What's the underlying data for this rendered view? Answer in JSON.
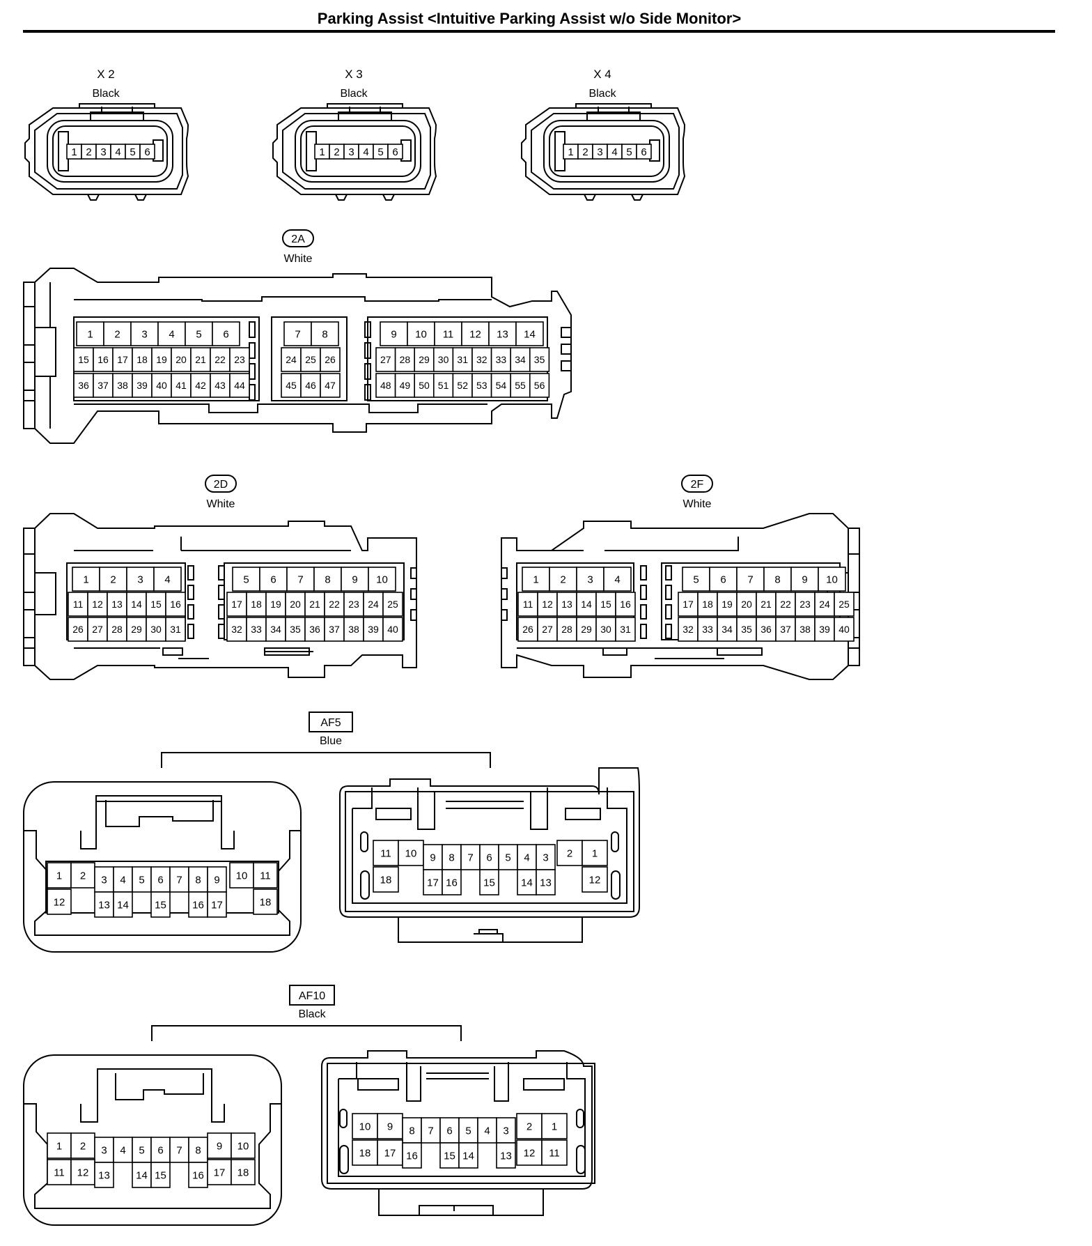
{
  "title": "Parking Assist <Intuitive Parking Assist w/o Side Monitor>",
  "connectors": [
    {
      "id": "X2",
      "label": "X 2",
      "color": "Black",
      "pins": [
        "1",
        "2",
        "3",
        "4",
        "5",
        "6"
      ]
    },
    {
      "id": "X3",
      "label": "X 3",
      "color": "Black",
      "pins": [
        "1",
        "2",
        "3",
        "4",
        "5",
        "6"
      ]
    },
    {
      "id": "X4",
      "label": "X 4",
      "color": "Black",
      "pins": [
        "1",
        "2",
        "3",
        "4",
        "5",
        "6"
      ]
    },
    {
      "id": "2A",
      "label": "2A",
      "color": "White",
      "rows": [
        [
          "1",
          "2",
          "3",
          "4",
          "5",
          "6",
          "7",
          "8",
          "9",
          "10",
          "11",
          "12",
          "13",
          "14"
        ],
        [
          "15",
          "16",
          "17",
          "18",
          "19",
          "20",
          "21",
          "22",
          "23",
          "24",
          "25",
          "26",
          "27",
          "28",
          "29",
          "30",
          "31",
          "32",
          "33",
          "34",
          "35"
        ],
        [
          "36",
          "37",
          "38",
          "39",
          "40",
          "41",
          "42",
          "43",
          "44",
          "45",
          "46",
          "47",
          "48",
          "49",
          "50",
          "51",
          "52",
          "53",
          "54",
          "55",
          "56"
        ]
      ]
    },
    {
      "id": "2D",
      "label": "2D",
      "color": "White",
      "rows": [
        [
          "1",
          "2",
          "3",
          "4",
          "5",
          "6",
          "7",
          "8",
          "9",
          "10"
        ],
        [
          "11",
          "12",
          "13",
          "14",
          "15",
          "16",
          "17",
          "18",
          "19",
          "20",
          "21",
          "22",
          "23",
          "24",
          "25"
        ],
        [
          "26",
          "27",
          "28",
          "29",
          "30",
          "31",
          "32",
          "33",
          "34",
          "35",
          "36",
          "37",
          "38",
          "39",
          "40"
        ]
      ]
    },
    {
      "id": "2F",
      "label": "2F",
      "color": "White",
      "rows": [
        [
          "1",
          "2",
          "3",
          "4",
          "5",
          "6",
          "7",
          "8",
          "9",
          "10"
        ],
        [
          "11",
          "12",
          "13",
          "14",
          "15",
          "16",
          "17",
          "18",
          "19",
          "20",
          "21",
          "22",
          "23",
          "24",
          "25"
        ],
        [
          "26",
          "27",
          "28",
          "29",
          "30",
          "31",
          "32",
          "33",
          "34",
          "35",
          "36",
          "37",
          "38",
          "39",
          "40"
        ]
      ]
    },
    {
      "id": "AF5",
      "label": "AF5",
      "color": "Blue",
      "left_rows": [
        [
          "1",
          "2",
          "3",
          "4",
          "5",
          "6",
          "7",
          "8",
          "9",
          "10",
          "11"
        ],
        [
          "12",
          "13",
          "14",
          "15",
          "16",
          "17",
          "18"
        ]
      ],
      "right_rows": [
        [
          "11",
          "10",
          "9",
          "8",
          "7",
          "6",
          "5",
          "4",
          "3",
          "2",
          "1"
        ],
        [
          "18",
          "17",
          "16",
          "15",
          "14",
          "13",
          "12"
        ]
      ]
    },
    {
      "id": "AF10",
      "label": "AF10",
      "color": "Black",
      "left_rows": [
        [
          "1",
          "2",
          "3",
          "4",
          "5",
          "6",
          "7",
          "8",
          "9",
          "10"
        ],
        [
          "11",
          "12",
          "13",
          "14",
          "15",
          "16",
          "17",
          "18"
        ]
      ],
      "right_rows": [
        [
          "10",
          "9",
          "8",
          "7",
          "6",
          "5",
          "4",
          "3",
          "2",
          "1"
        ],
        [
          "18",
          "17",
          "16",
          "15",
          "14",
          "13",
          "12",
          "11"
        ]
      ]
    }
  ]
}
